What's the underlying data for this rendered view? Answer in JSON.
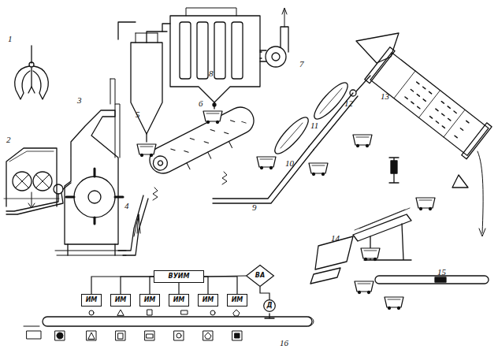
{
  "diagram": {
    "nodes": [
      {
        "text": [
          "ВУИМ"
        ]
      },
      {
        "text": [
          "ВА"
        ]
      },
      {
        "text": [
          "ИМ"
        ]
      },
      {
        "text": [
          "ИМ"
        ]
      },
      {
        "text": [
          "ИМ"
        ]
      },
      {
        "text": [
          "ИМ"
        ]
      },
      {
        "text": [
          "ИМ"
        ]
      },
      {
        "text": [
          "ИМ"
        ]
      },
      {
        "text": [
          "Д"
        ]
      }
    ],
    "edges": [
      {
        "from": 0,
        "to": 1,
        "arrow": "none"
      },
      {
        "from": 1,
        "to": 8,
        "arrow": "none"
      },
      {
        "from": 0,
        "to": 2,
        "arrow": "none"
      },
      {
        "from": 0,
        "to": 3,
        "arrow": "none"
      },
      {
        "from": 0,
        "to": 4,
        "arrow": "none"
      },
      {
        "from": 0,
        "to": 5,
        "arrow": "none"
      },
      {
        "from": 0,
        "to": 6,
        "arrow": "none"
      },
      {
        "from": 0,
        "to": 7,
        "arrow": "none"
      }
    ],
    "labels": [
      "1",
      "2",
      "3",
      "4",
      "5",
      "6",
      "7",
      "8",
      "9",
      "10",
      "11",
      "12",
      "13",
      "14",
      "15",
      "16"
    ]
  }
}
